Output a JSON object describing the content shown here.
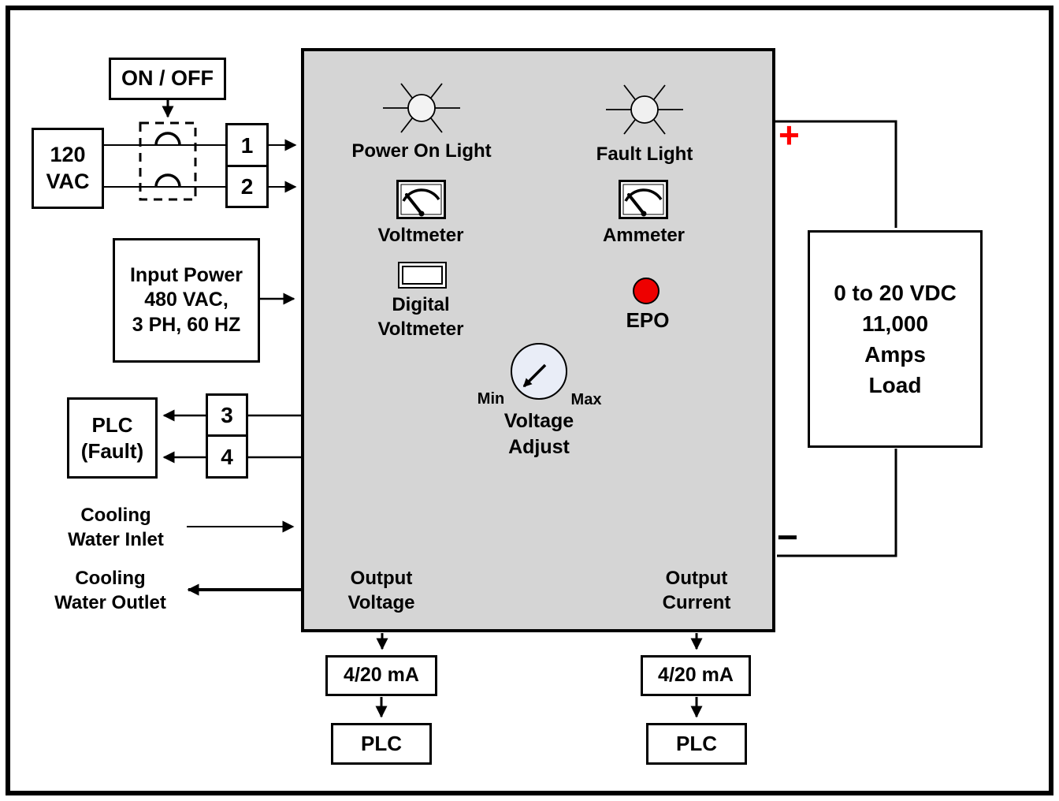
{
  "colors": {
    "panel_fill": "#d5d5d5",
    "epo_red": "#ee0000",
    "plus_red": "#ff0000",
    "knob_fill": "#e9edf7",
    "line_black": "#000000"
  },
  "left": {
    "on_off": "ON / OFF",
    "source_120vac": "120\nVAC",
    "terminal_1": "1",
    "terminal_2": "2",
    "input_power": "Input Power\n480 VAC,\n3 PH, 60 HZ",
    "plc_fault": "PLC\n(Fault)",
    "terminal_3": "3",
    "terminal_4": "4",
    "cooling_inlet": "Cooling\nWater Inlet",
    "cooling_outlet": "Cooling\nWater Outlet"
  },
  "panel": {
    "power_on_light": "Power On Light",
    "fault_light": "Fault Light",
    "voltmeter": "Voltmeter",
    "ammeter": "Ammeter",
    "digital_voltmeter": "Digital\nVoltmeter",
    "epo": "EPO",
    "knob_min": "Min",
    "knob_max": "Max",
    "voltage_adjust": "Voltage\nAdjust",
    "output_voltage": "Output\nVoltage",
    "output_current": "Output\nCurrent"
  },
  "bottom": {
    "voltage_signal": "4/20 mA",
    "voltage_plc": "PLC",
    "current_signal": "4/20 mA",
    "current_plc": "PLC"
  },
  "right": {
    "plus": "+",
    "minus": "−",
    "load": "0 to 20 VDC\n11,000\nAmps\nLoad"
  }
}
